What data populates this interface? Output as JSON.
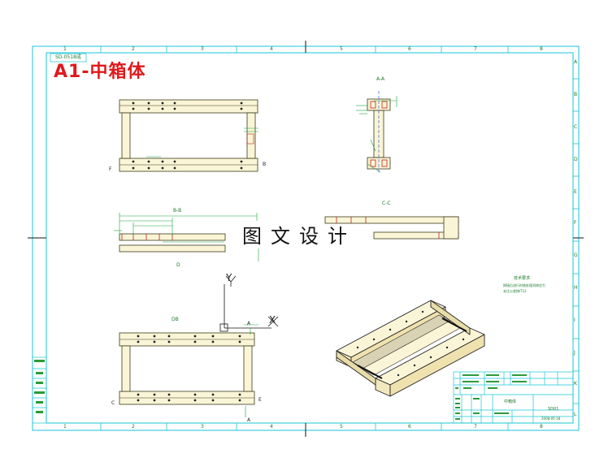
{
  "drawing": {
    "title": "A1-中箱体",
    "watermark": "图文设计",
    "stamp": "SD-0518成",
    "border_numbers": [
      "1",
      "2",
      "3",
      "4",
      "5",
      "6",
      "7",
      "8"
    ],
    "border_letters": [
      "A",
      "B",
      "C",
      "D",
      "E",
      "F",
      "G",
      "H",
      "I",
      "J",
      "K",
      "L"
    ],
    "section_labels": {
      "aa": "A-A",
      "bb": "B-B",
      "cc": "C-C",
      "d": "D",
      "db": "DB"
    },
    "axis": {
      "y": "Y",
      "x": "X"
    },
    "view_markers": {
      "a": "A",
      "b": "B",
      "c": "C",
      "e": "E",
      "f": "F"
    },
    "notes": {
      "heading": "技术要求",
      "line1": "焊接后进行时效处理消除应力",
      "line2": "未注公差按IT12"
    },
    "title_block": {
      "drawing_name": "中箱体",
      "code": "SD01",
      "date": "2008-05-18"
    },
    "colors": {
      "border": "#19c6d6",
      "title": "#e0191c",
      "part_fill": "#fbf5d8",
      "part_stroke": "#3a3a1a",
      "dimension": "#19a33a"
    }
  }
}
